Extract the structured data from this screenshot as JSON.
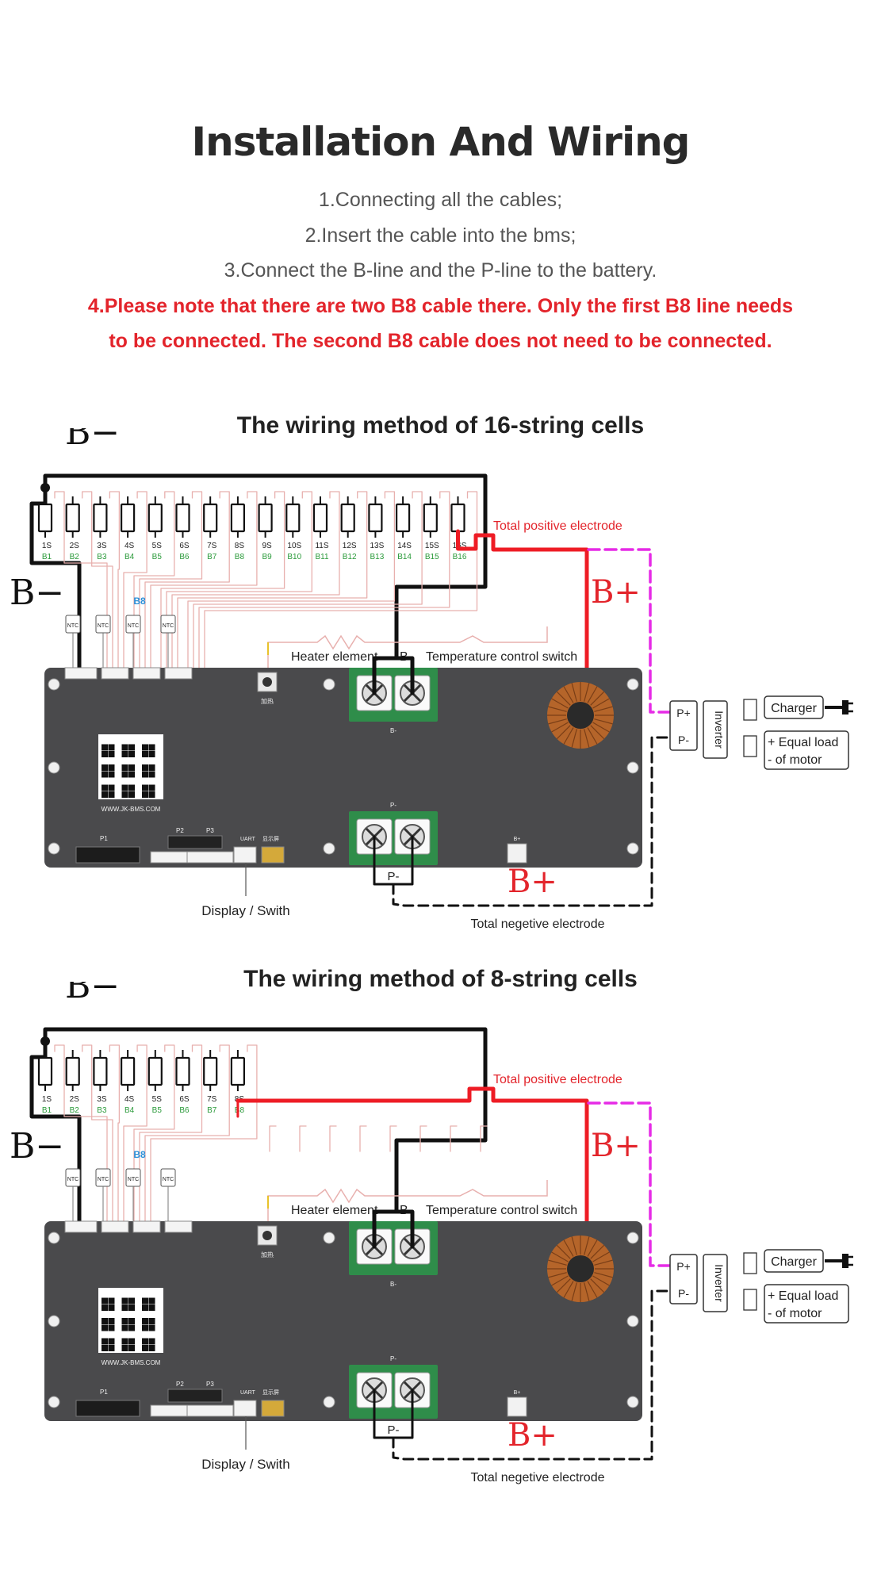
{
  "header": {
    "title": "Installation And Wiring",
    "steps": [
      "1.Connecting all the cables;",
      "2.Insert the cable into the bms;",
      "3.Connect the B-line and the P-line to the battery."
    ],
    "note_line1": "4.Please note that there are two B8 cable  there. Only the first B8 line needs",
    "note_line2": "to be connected. The second B8 cable  does not need to be connected."
  },
  "colors": {
    "positive": "#ee1c25",
    "negative": "#111111",
    "dashed_positive": "#e62be6",
    "board": "#4a4a4c",
    "cell_label": "#2a9a3a",
    "b8_label": "#2b8fd8"
  },
  "diagrams": [
    {
      "section_title": "The wiring method of 16-string cells",
      "cell_count": 16,
      "string_labels": [
        "1S",
        "2S",
        "3S",
        "4S",
        "5S",
        "6S",
        "7S",
        "8S",
        "9S",
        "10S",
        "11S",
        "12S",
        "13S",
        "14S",
        "15S",
        "16S"
      ],
      "balance_labels": [
        "B1",
        "B2",
        "B3",
        "B4",
        "B5",
        "B6",
        "B7",
        "B8",
        "B9",
        "B10",
        "B11",
        "B12",
        "B13",
        "B14",
        "B15",
        "B16"
      ]
    },
    {
      "section_title": "The wiring method of 8-string cells",
      "cell_count": 8,
      "string_labels": [
        "1S",
        "2S",
        "3S",
        "4S",
        "5S",
        "6S",
        "7S",
        "8S"
      ],
      "balance_labels": [
        "B1",
        "B2",
        "B3",
        "B4",
        "B5",
        "B6",
        "B7",
        "B8"
      ]
    }
  ],
  "labels": {
    "b_minus": "B−",
    "b_plus": "B+",
    "b8": "B8",
    "ntc": "NTC",
    "total_positive": "Total positive electrode",
    "total_negative": "Total negetive electrode",
    "heater": "Heater element",
    "b_dash": "B-",
    "temp_switch": "Temperature control switch",
    "p_minus": "P-",
    "p_plus": "P+",
    "p_minus_out": "P-",
    "inverter": "Inverter",
    "charger": "Charger",
    "equal_load_1": "+ Equal load",
    "equal_load_2": "- of motor",
    "display": "Display / Swith",
    "website": "WWW.JK-BMS.COM",
    "p1": "P1",
    "p2": "P2",
    "p3": "P3",
    "uart": "UART",
    "display_cn": "显示屏",
    "heat_cn": "加热",
    "board_b_minus": "B-",
    "board_p_minus": "P-",
    "board_b_plus": "B+"
  }
}
